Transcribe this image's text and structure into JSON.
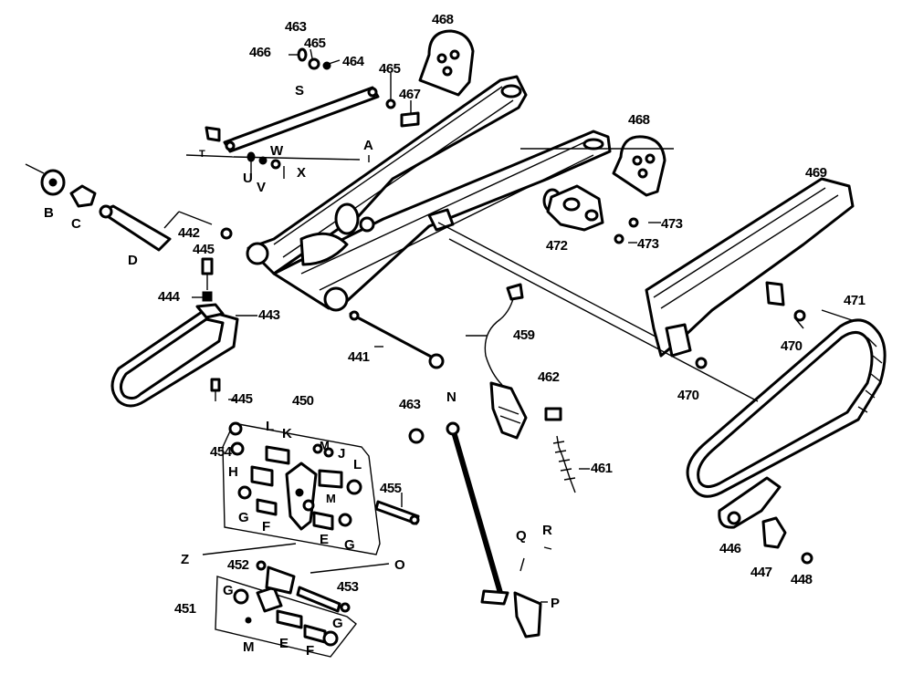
{
  "labels": {
    "l463a": "463",
    "l465a": "465",
    "l466": "466",
    "l464": "464",
    "l468a": "468",
    "l465b": "465",
    "l467": "467",
    "lS": "S",
    "lT": "T",
    "lW": "W",
    "lU": "U",
    "lV": "V",
    "lX": "X",
    "lA": "A",
    "l468b": "468",
    "l469": "469",
    "lB": "B",
    "lC": "C",
    "lD": "D",
    "l442": "442",
    "l445a": "445",
    "l444": "444",
    "l443": "443",
    "l472": "472",
    "l473a": "473",
    "l473b": "473",
    "l441": "441",
    "l459": "459",
    "l470a": "470",
    "l470b": "470",
    "l471": "471",
    "l445b": "445",
    "l450": "450",
    "l463b": "463",
    "l462": "462",
    "lN": "N",
    "l461": "461",
    "l454": "454",
    "lL1": "L",
    "lK": "K",
    "lM1": "M",
    "lJ": "J",
    "lL2": "L",
    "lH": "H",
    "lM2": "M",
    "l455": "455",
    "lG1": "G",
    "lF1": "F",
    "lE1": "E",
    "lG2": "G",
    "lZ": "Z",
    "lQ": "Q",
    "lR": "R",
    "l446": "446",
    "l447": "447",
    "l448": "448",
    "l452": "452",
    "lO": "O",
    "l453": "453",
    "l451": "451",
    "lG3": "G",
    "lG4": "G",
    "lM3": "M",
    "lE2": "E",
    "lF2": "F",
    "lP": "P"
  }
}
